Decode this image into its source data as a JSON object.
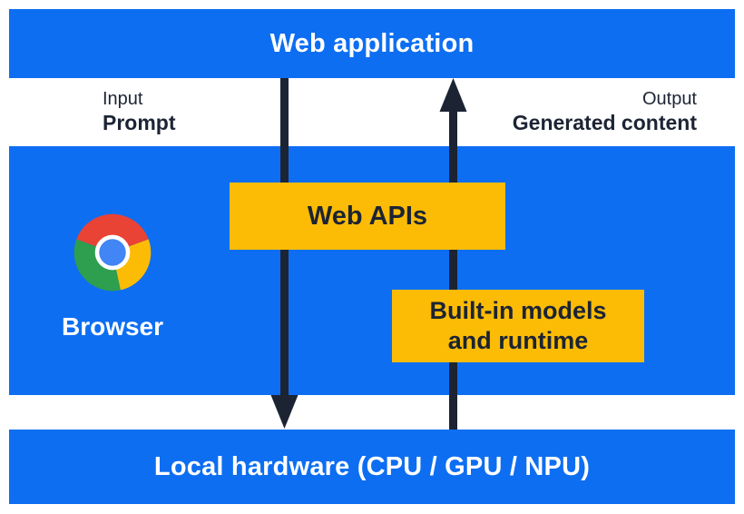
{
  "layers": {
    "web_application": "Web application",
    "local_hardware": "Local hardware (CPU / GPU / NPU)"
  },
  "io": {
    "input_title": "Input",
    "input_value": "Prompt",
    "output_title": "Output",
    "output_value": "Generated content"
  },
  "browser": {
    "label": "Browser",
    "web_apis": "Web APIs",
    "builtin_line1": "Built-in models",
    "builtin_line2": "and runtime"
  },
  "icons": {
    "chrome": "chrome-browser-logo",
    "down_arrow": "prompt-flow-down-arrow",
    "up_arrow": "generated-content-flow-up-arrow"
  },
  "colors": {
    "blue": "#0d6ef2",
    "yellow": "#fcbc05",
    "ink": "#1c2434",
    "chrome-red": "#e94335",
    "chrome-green": "#2e9e4f",
    "chrome-yellow": "#fcbc05",
    "chrome-blue": "#4285f4"
  }
}
